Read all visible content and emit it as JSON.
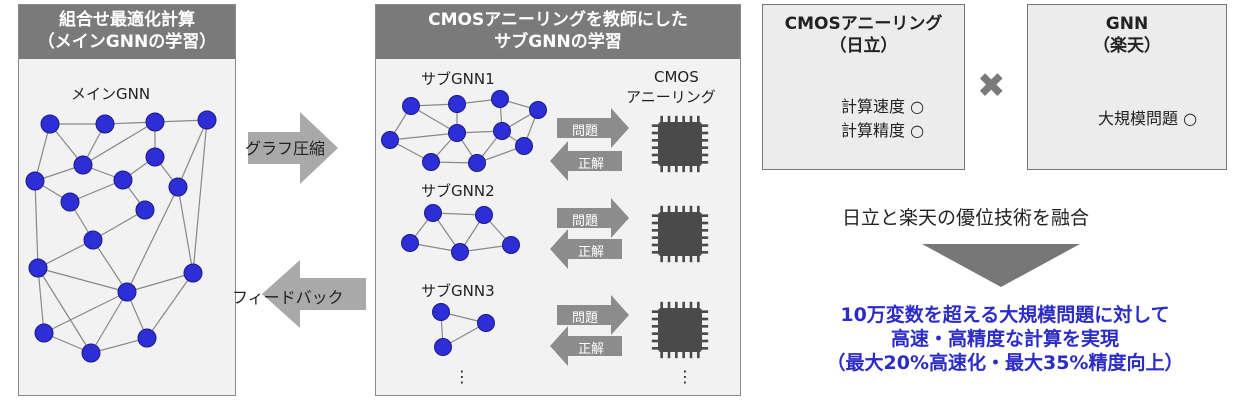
{
  "left_panel": {
    "title_line1": "組合せ最適化計算",
    "title_line2": "（メインGNNの学習）",
    "graph_label": "メインGNN"
  },
  "arrows": {
    "compress": "グラフ圧縮",
    "feedback": "フィードバック"
  },
  "middle_panel": {
    "title_line1": "CMOSアニーリングを教師にした",
    "title_line2": "サブGNNの学習",
    "cmos_label_line1": "CMOS",
    "cmos_label_line2": "アニーリング",
    "subs": [
      {
        "label": "サブGNN1",
        "problem": "問題",
        "answer": "正解"
      },
      {
        "label": "サブGNN2",
        "problem": "問題",
        "answer": "正解"
      },
      {
        "label": "サブGNN3",
        "problem": "問題",
        "answer": "正解"
      }
    ],
    "ellipsis": "⋮"
  },
  "hitachi_box": {
    "title_line1": "CMOSアニーリング",
    "title_line2": "（日立）",
    "feature1": "計算速度 ○",
    "feature2": "計算精度 ○"
  },
  "times_symbol": "✖",
  "rakuten_box": {
    "title_line1": "GNN",
    "title_line2": "（楽天）",
    "feature1": "大規模問題 ○"
  },
  "fusion_text": "日立と楽天の優位技術を融合",
  "result": {
    "line1": "10万変数を超える大規模問題に対して",
    "line2": "高速・高精度な計算を実現",
    "line3": "（最大20%高速化・最大35%精度向上）"
  },
  "colors": {
    "node": "#2e2ed6",
    "panel_header": "#7a7a7a",
    "arrow_gray": "#a9a9a9",
    "chip": "#4a4a4a",
    "result_text": "#2b2bc8"
  }
}
